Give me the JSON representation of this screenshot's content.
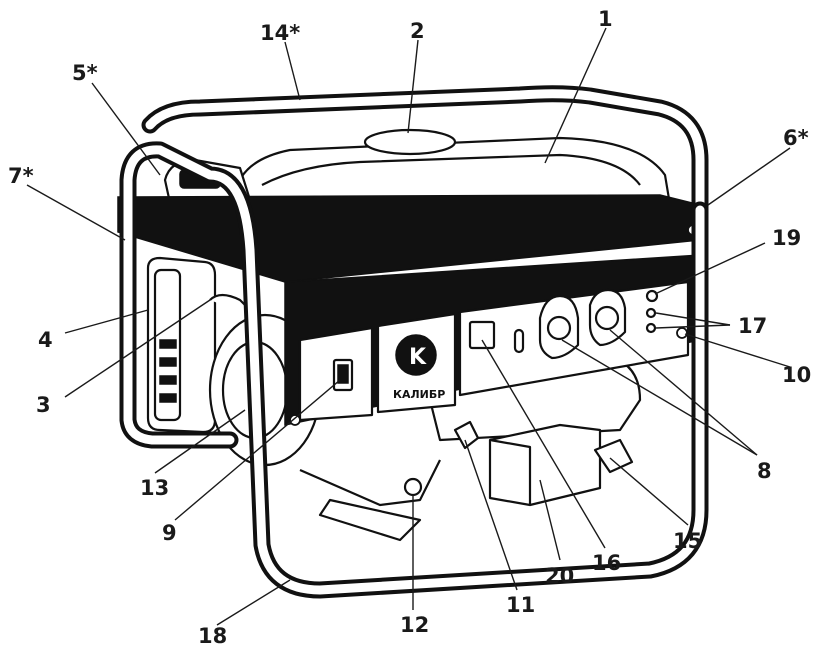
{
  "brand": {
    "name": "КАЛИБР",
    "logo_letter": "K",
    "logo_word": "КАЛИБР"
  },
  "callouts": [
    {
      "id": "1",
      "label": "1"
    },
    {
      "id": "2",
      "label": "2"
    },
    {
      "id": "3",
      "label": "3"
    },
    {
      "id": "4",
      "label": "4"
    },
    {
      "id": "5",
      "label": "5*"
    },
    {
      "id": "6",
      "label": "6*"
    },
    {
      "id": "7",
      "label": "7*"
    },
    {
      "id": "8",
      "label": "8"
    },
    {
      "id": "9",
      "label": "9"
    },
    {
      "id": "10",
      "label": "10"
    },
    {
      "id": "11",
      "label": "11"
    },
    {
      "id": "12",
      "label": "12"
    },
    {
      "id": "13",
      "label": "13"
    },
    {
      "id": "14",
      "label": "14*"
    },
    {
      "id": "15",
      "label": "15"
    },
    {
      "id": "16",
      "label": "16"
    },
    {
      "id": "17",
      "label": "17"
    },
    {
      "id": "18",
      "label": "18"
    },
    {
      "id": "19",
      "label": "19"
    },
    {
      "id": "20",
      "label": "20"
    }
  ]
}
